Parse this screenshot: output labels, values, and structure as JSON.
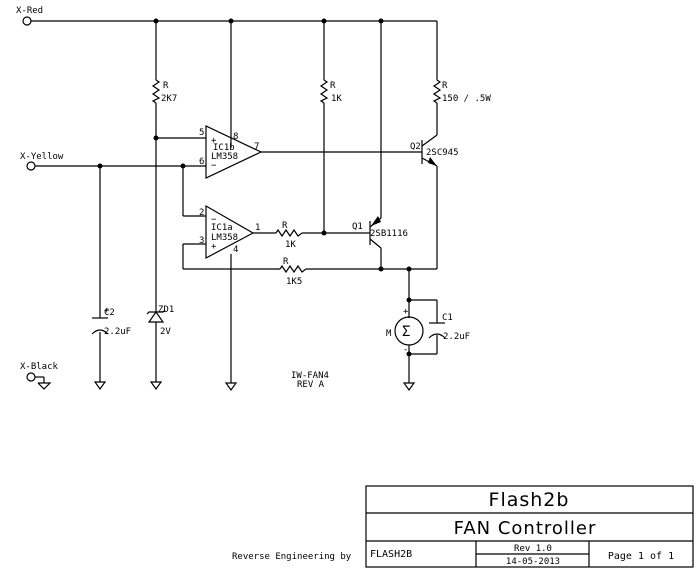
{
  "nets": {
    "x_red": "X-Red",
    "x_yellow": "X-Yellow",
    "x_black": "X-Black"
  },
  "components": {
    "r_2k7": {
      "ref": "R",
      "value": "2K7"
    },
    "r_1k_top": {
      "ref": "R",
      "value": "1K"
    },
    "r_150": {
      "ref": "R",
      "value": "150 / .5W"
    },
    "r_1k_mid": {
      "ref": "R",
      "value": "1K"
    },
    "r_1k5": {
      "ref": "R",
      "value": "1K5"
    },
    "ic1b": {
      "ref": "IC1b",
      "part": "LM358",
      "pin_plus": "5",
      "pin_minus": "6",
      "pin_out": "7",
      "pin_vcc": "8"
    },
    "ic1a": {
      "ref": "IC1a",
      "part": "LM358",
      "pin_minus": "2",
      "pin_plus": "3",
      "pin_out": "1",
      "pin_gnd": "4"
    },
    "q1": {
      "ref": "Q1",
      "part": "2SB1116"
    },
    "q2": {
      "ref": "Q2",
      "part": "2SC945"
    },
    "c1": {
      "ref": "C1",
      "value": "2.2uF"
    },
    "c2": {
      "ref": "C2",
      "value": "2.2uF"
    },
    "zd1": {
      "ref": "ZD1",
      "value": "2V"
    },
    "motor": {
      "ref": "M",
      "symbol": "Σ",
      "plus": "+",
      "minus": "-"
    }
  },
  "board": {
    "name": "IW-FAN4",
    "rev": "REV A"
  },
  "signs": {
    "plus": "+",
    "minus": "−"
  },
  "title_block": {
    "title": "Flash2b",
    "subtitle": "FAN Controller",
    "credit": "Reverse Engineering by",
    "author": "FLASH2B",
    "rev": "Rev 1.0",
    "date": "14-05-2013",
    "page": "Page 1 of 1"
  }
}
